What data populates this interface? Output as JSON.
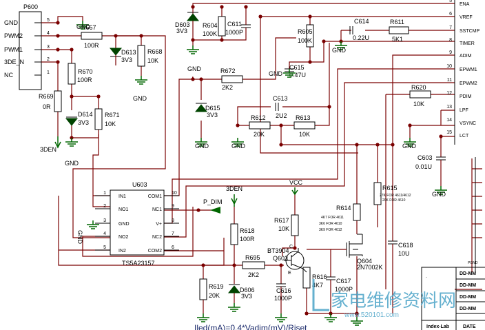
{
  "connector": {
    "ref": "P600",
    "pins": [
      {
        "label": "GND",
        "num": "5"
      },
      {
        "label": "PWM2",
        "num": "4"
      },
      {
        "label": "PWM1",
        "num": "3"
      },
      {
        "label": "3DE_N",
        "num": "2"
      },
      {
        "label": "NC",
        "num": "1"
      }
    ]
  },
  "components": {
    "r667": {
      "ref": "R667",
      "value": "100R"
    },
    "d613": {
      "ref": "D613",
      "value": "3V3"
    },
    "r668": {
      "ref": "R668",
      "value": "10K"
    },
    "r670": {
      "ref": "R670",
      "value": "100R"
    },
    "r669": {
      "ref": "R669",
      "value": "0R"
    },
    "d614": {
      "ref": "D614",
      "value": "3V3"
    },
    "r671": {
      "ref": "R671",
      "value": "10K"
    },
    "d603": {
      "ref": "D603",
      "value": "3V3"
    },
    "r604": {
      "ref": "R604",
      "value": "100K"
    },
    "c611": {
      "ref": "C611",
      "value": "1000P"
    },
    "r605": {
      "ref": "R605",
      "value": "100K"
    },
    "c614": {
      "ref": "C614",
      "value": "0.22U"
    },
    "r611": {
      "ref": "R611",
      "value": "5K1"
    },
    "c615": {
      "ref": "C615",
      "value": "0.47U"
    },
    "r672": {
      "ref": "R672",
      "value": "2K2"
    },
    "d615": {
      "ref": "D615",
      "value": "3V3"
    },
    "c613": {
      "ref": "C613",
      "value": "2U2"
    },
    "r612": {
      "ref": "R612",
      "value": "20K"
    },
    "r613": {
      "ref": "R613",
      "value": "10K"
    },
    "r620": {
      "ref": "R620",
      "value": "10K"
    },
    "c603": {
      "ref": "C603",
      "value": "0.01U"
    },
    "r615": {
      "ref": "R615",
      "value": "27K FOR 4611/4612\n20K FOR 4610"
    },
    "c618": {
      "ref": "C618",
      "value": "10U"
    },
    "r614": {
      "ref": "R614",
      "value": "4K7 FOR 4611\n3K6 FOR 4610\n3K9 FOR 4612"
    },
    "q604": {
      "ref": "Q604",
      "value": "2N7002K"
    },
    "r617": {
      "ref": "R617",
      "value": "10K"
    },
    "q603": {
      "ref": "Q603",
      "value": "BT3904"
    },
    "r616": {
      "ref": "R616",
      "value": "4K7"
    },
    "c617": {
      "ref": "C617",
      "value": "1000P"
    },
    "c616": {
      "ref": "C616",
      "value": "1000P"
    },
    "r695": {
      "ref": "R695",
      "value": "2K2"
    },
    "r618": {
      "ref": "R618",
      "value": "100R"
    },
    "r619": {
      "ref": "R619",
      "value": "20K"
    },
    "d606": {
      "ref": "D606",
      "value": "3V3"
    }
  },
  "ic_u603": {
    "ref": "U603",
    "part": "TS5A23157",
    "left_pins": [
      {
        "num": "1",
        "name": "IN1"
      },
      {
        "num": "2",
        "name": "NO1"
      },
      {
        "num": "3",
        "name": "GND"
      },
      {
        "num": "4",
        "name": "NO2"
      },
      {
        "num": "5",
        "name": "IN2"
      }
    ],
    "right_pins": [
      {
        "num": "10",
        "name": "COM1"
      },
      {
        "num": "9",
        "name": "NC1"
      },
      {
        "num": "8",
        "name": "V+"
      },
      {
        "num": "7",
        "name": "NC2"
      },
      {
        "num": "6",
        "name": "COM2"
      }
    ]
  },
  "ic_right_pins": [
    {
      "num": "5",
      "name": "ENA"
    },
    {
      "num": "6",
      "name": "VREF"
    },
    {
      "num": "7",
      "name": "SSTCMP"
    },
    {
      "num": "8",
      "name": "TIMER"
    },
    {
      "num": "9",
      "name": "ADIM"
    },
    {
      "num": "10",
      "name": "EPWM1"
    },
    {
      "num": "11",
      "name": "EPWM2"
    },
    {
      "num": "12",
      "name": "PDIM"
    },
    {
      "num": "13",
      "name": "LPF"
    },
    {
      "num": "14",
      "name": "VSYNC"
    },
    {
      "num": "15",
      "name": "LCT"
    }
  ],
  "net_labels": {
    "gnd": "GND",
    "den_left": "3DEN",
    "den_mid": "3DEN",
    "vcc": "VCC",
    "p_dim": "P_DIM",
    "pgnd": "PGND"
  },
  "formula": "Iled(mA)=0.4*Vadim(mV)/Riset",
  "title_block": {
    "rows": [
      "DD-MM",
      "DD-MM",
      "DD-MM",
      "DD-MM"
    ],
    "index_label": "Index-Lab",
    "date_label": "DATE"
  },
  "watermark": {
    "text": "家电维修资料网",
    "url": "www.520101.com"
  },
  "colors": {
    "wire": "#7a0000",
    "ground": "#006600",
    "diode": "#004400",
    "watermark": "#4aa3c7"
  }
}
